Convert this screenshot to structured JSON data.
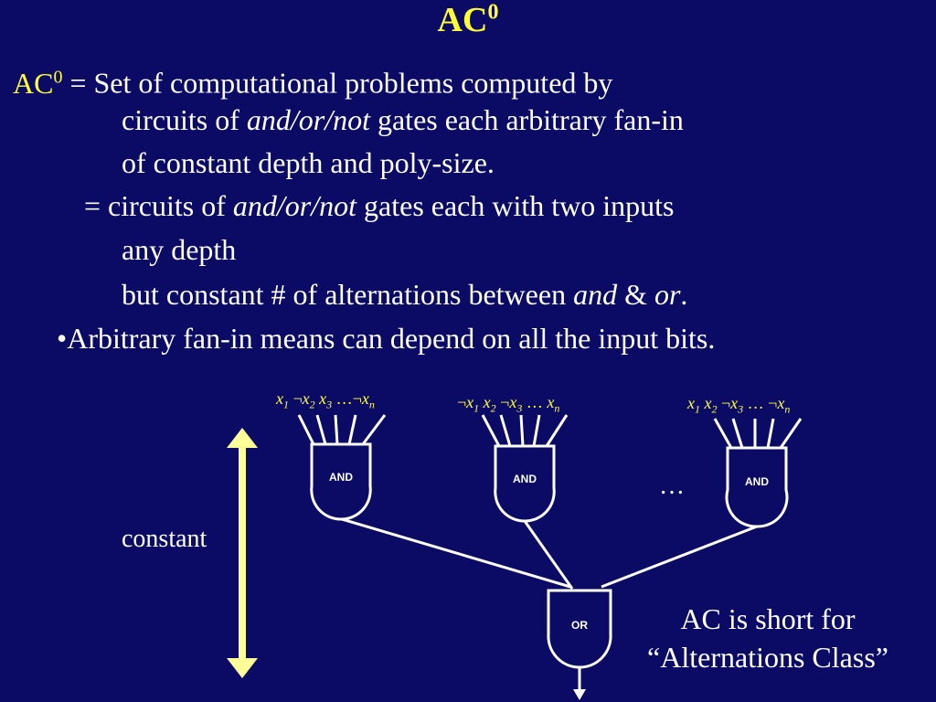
{
  "slide": {
    "title_main": "AC",
    "title_sup": "0"
  },
  "definition": {
    "term_main": "AC",
    "term_sup": "0",
    "line1_rest": " = Set of computational problems computed by",
    "line2_pre": "circuits of ",
    "line2_italic": "and/or/not",
    "line2_post": " gates each arbitrary fan-in",
    "line3": "of constant depth and poly-size.",
    "line4_pre": "= circuits of ",
    "line4_italic": "and/or/not",
    "line4_post": " gates each with two inputs",
    "line5": "any depth",
    "line6_pre": "but constant # of alternations between ",
    "line6_and": "and",
    "line6_amp": " & ",
    "line6_or": "or",
    "line6_end": ".",
    "bullet": "•Arbitrary fan-in means can depend on all the input bits."
  },
  "diagram": {
    "gate1_label": "AND",
    "gate2_label": "AND",
    "gate3_label": "AND",
    "or_label": "OR",
    "ellipsis": "…",
    "depth_label": "constant",
    "inputs1": [
      "x",
      "1",
      " ¬",
      "x",
      "2",
      " ",
      "x",
      "3",
      " …¬",
      "x",
      "n"
    ],
    "inputs2": [
      "¬",
      "x",
      "1",
      " ",
      "x",
      "2",
      " ¬",
      "x",
      "3",
      " … ",
      "x",
      "n"
    ],
    "inputs3": [
      "x",
      "1",
      " ",
      "x",
      "2",
      " ¬",
      "x",
      "3",
      " … ¬",
      "x",
      "n"
    ]
  },
  "note": {
    "line1": "AC is short for",
    "line2": "“Alternations Class”"
  },
  "colors": {
    "background": "#0b0b66",
    "accent": "#ffff33",
    "arrow": "#ffff99"
  }
}
